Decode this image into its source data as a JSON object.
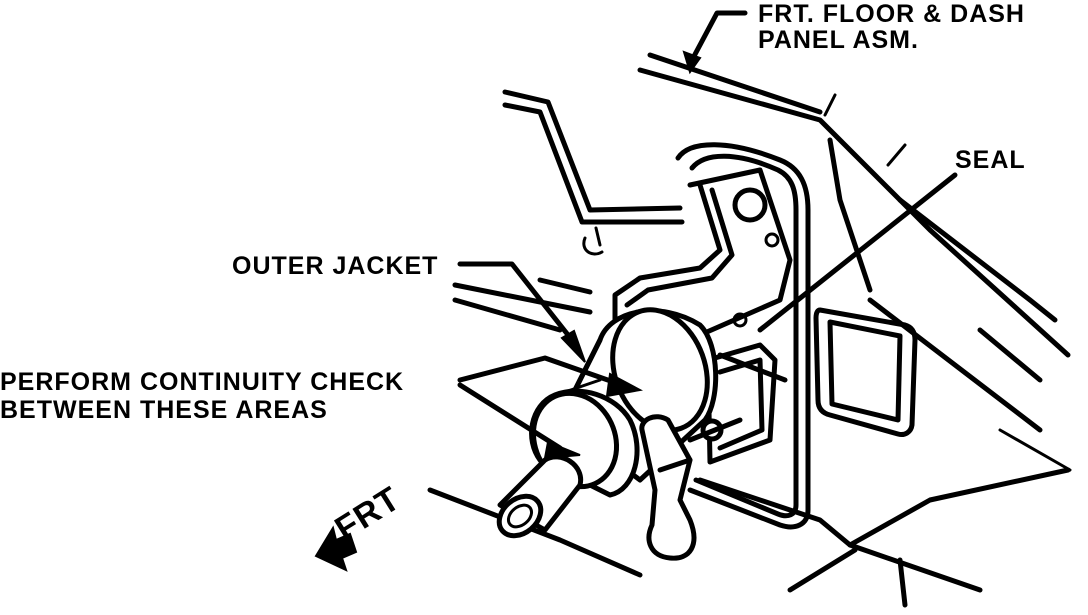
{
  "labels": {
    "floor_panel": [
      "FRT. FLOOR & DASH",
      "PANEL ASM."
    ],
    "seal": "SEAL",
    "outer_jacket": "OUTER JACKET",
    "continuity": [
      "PERFORM CONTINUITY CHECK",
      "BETWEEN THESE AREAS"
    ],
    "front": "FRT"
  },
  "colors": {
    "ink": "#000000",
    "paper": "#ffffff"
  },
  "icons": {
    "front_direction": "front-arrow-icon"
  }
}
